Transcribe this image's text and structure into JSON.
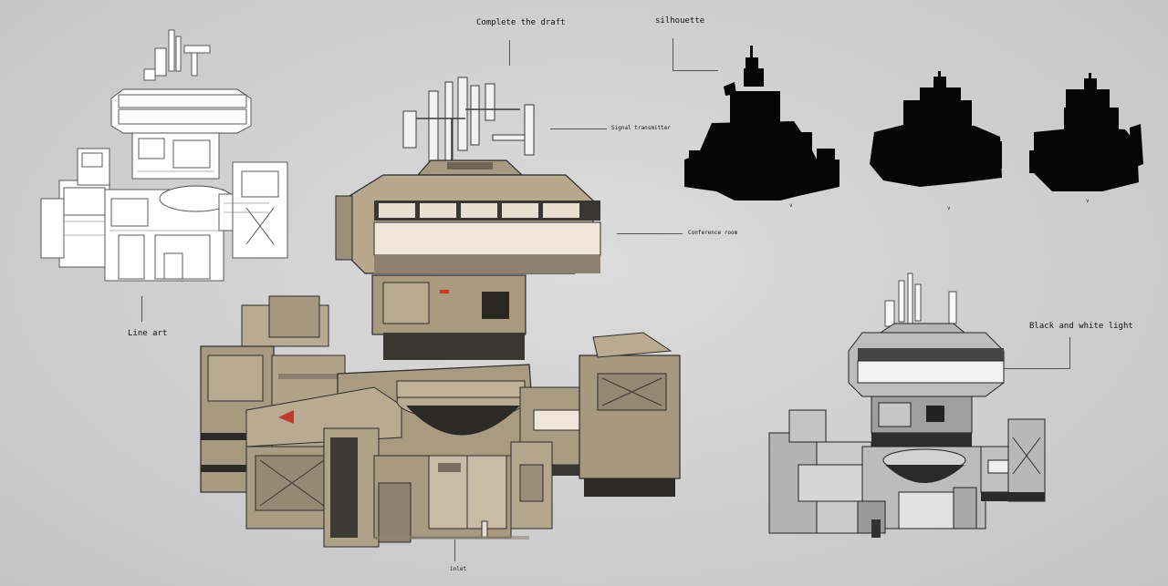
{
  "labels": {
    "complete_draft": "Complete the draft",
    "silhouette": "silhouette",
    "signal_transmitter": "Signal transmitter",
    "conference_room": "Conference room",
    "line_art": "Line art",
    "black_white_light": "Black and white light",
    "inlet": "inlet"
  },
  "sheet": {
    "background": "#cfcfcf",
    "building_tan": "#b9ab92",
    "building_dark": "#2c2a27",
    "accent_red": "#c0392b",
    "window_light": "#efe6d9"
  }
}
